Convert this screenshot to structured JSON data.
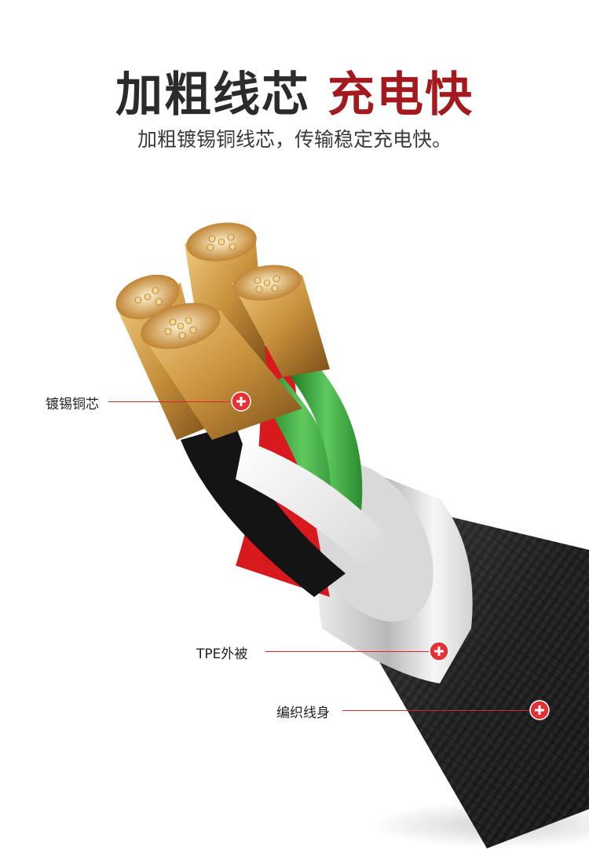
{
  "headline": {
    "part1": "加粗线芯",
    "part2": "充电快"
  },
  "subtitle": "加粗镀锡铜线芯，传输稳定充电快。",
  "callouts": [
    {
      "label": "镀锡铜芯",
      "icon": "plus-marker-icon"
    },
    {
      "label": "TPE外被",
      "icon": "plus-marker-icon"
    },
    {
      "label": "编织线身",
      "icon": "plus-marker-icon"
    }
  ],
  "colors": {
    "accent": "#a4191e",
    "marker": "#e53035",
    "copper": "#c8913c",
    "wire_green": "#3a9a3c",
    "wire_red": "#d8191e",
    "braid": "#2a2a2a"
  }
}
